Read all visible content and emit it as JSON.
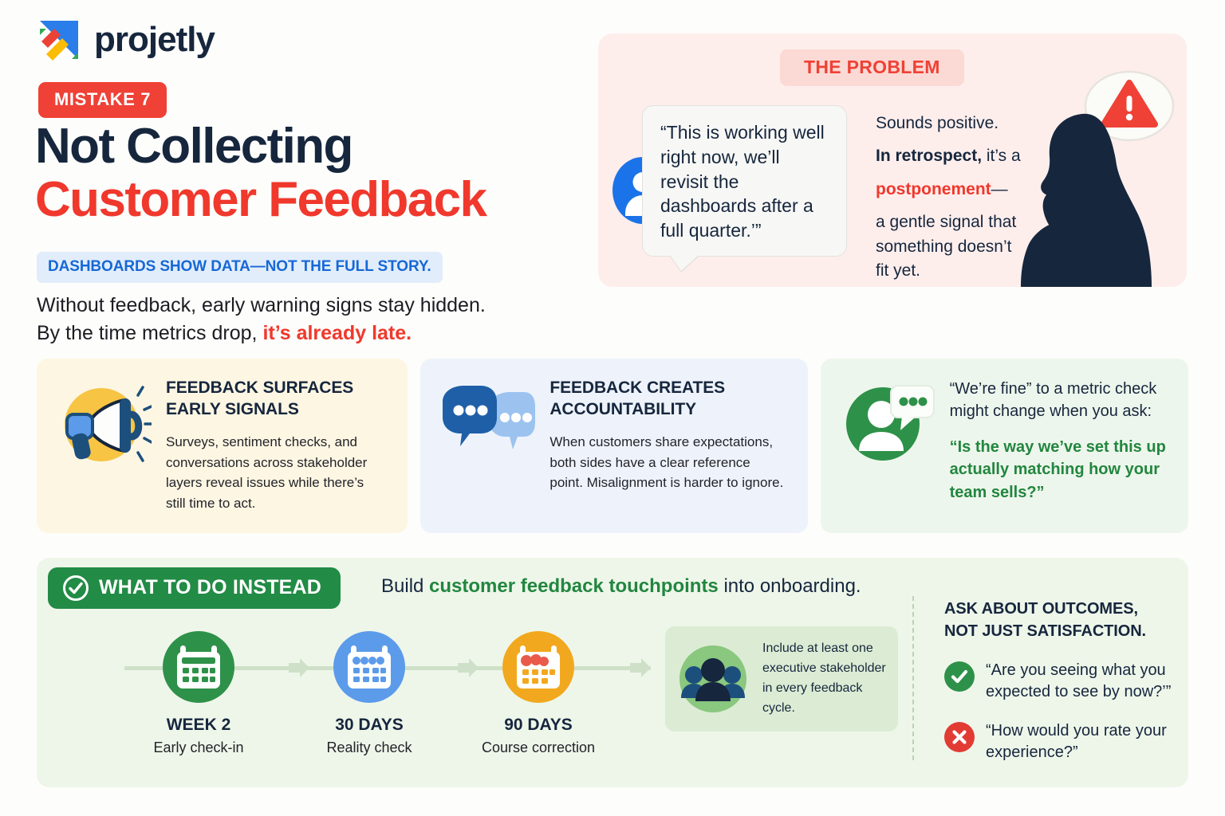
{
  "brand": {
    "name": "projetly",
    "logo_icon": "projetly-logo-mark"
  },
  "header": {
    "badge": "MISTAKE 7",
    "headline_line1": "Not Collecting",
    "headline_line2": "Customer Feedback",
    "subbar": "DASHBOARDS SHOW DATA—NOT THE FULL STORY.",
    "lede_line1": "Without feedback, early warning signs stay hidden.",
    "lede_line2_plain": "By the time metrics drop, ",
    "lede_line2_highlight": "it’s already late."
  },
  "problem": {
    "badge": "THE PROBLEM",
    "quote": "“This is working well right now, we’ll revisit the dashboards after a full quarter.’”",
    "line1": "Sounds positive.",
    "line2_bold": "In retrospect,",
    "line2_rest": " it’s a",
    "line3_red": "postponement",
    "line3_rest": "—",
    "line4": "a gentle signal that",
    "line5": "something doesn’t",
    "line6": "fit yet.",
    "avatar_icon": "customer-avatar-icon",
    "warning_icon": "warning-triangle-icon",
    "thinker_icon": "thinking-person-silhouette-icon"
  },
  "cards": [
    {
      "icon": "megaphone-icon",
      "title": "FEEDBACK SURFACES EARLY SIGNALS",
      "body": "Surveys, sentiment checks, and conversations across stakeholder layers reveal issues while there’s still time to act."
    },
    {
      "icon": "chat-bubbles-icon",
      "title": "FEEDBACK CREATES ACCOUNTABILITY",
      "body": "When customers share expectations, both sides have a clear reference point. Misalignment is harder to ignore."
    },
    {
      "icon": "person-chat-icon",
      "intro": "“We’re fine” to a metric check might change when you ask:",
      "highlight": "“Is the way we’ve set this up actually matching how your team sells?”"
    }
  ],
  "instead": {
    "badge": "WHAT TO DO INSTEAD",
    "check_icon": "check-circle-icon",
    "build_plain_pre": "Build ",
    "build_highlight": "customer feedback touchpoints",
    "build_plain_post": " into onboarding.",
    "steps": [
      {
        "icon": "calendar-icon",
        "title": "WEEK 2",
        "subtitle": "Early check-in",
        "color": "#2e9149"
      },
      {
        "icon": "calendar-icon",
        "title": "30 DAYS",
        "subtitle": "Reality check",
        "color": "#5b9bea"
      },
      {
        "icon": "calendar-alert-icon",
        "title": "90 DAYS",
        "subtitle": "Course correction",
        "color": "#f2a81e"
      }
    ],
    "exec": {
      "icon": "people-group-icon",
      "text": "Include at least one executive stakeholder in every feedback cycle."
    },
    "ask": {
      "title_line1": "ASK ABOUT OUTCOMES,",
      "title_line2": "NOT JUST SATISFACTION.",
      "rows": [
        {
          "icon": "check-circle-icon",
          "kind": "ok",
          "text": "“Are you seeing what you expected to see by now?’”"
        },
        {
          "icon": "cross-circle-icon",
          "kind": "no",
          "text": "“How would you rate your experience?”"
        }
      ]
    }
  },
  "colors": {
    "brand_navy": "#16263d",
    "accent_red": "#f0382c",
    "accent_blue": "#1668d6",
    "accent_green": "#22863f",
    "accent_yellow": "#f2a81e",
    "page_background": "#fdfdfb"
  }
}
